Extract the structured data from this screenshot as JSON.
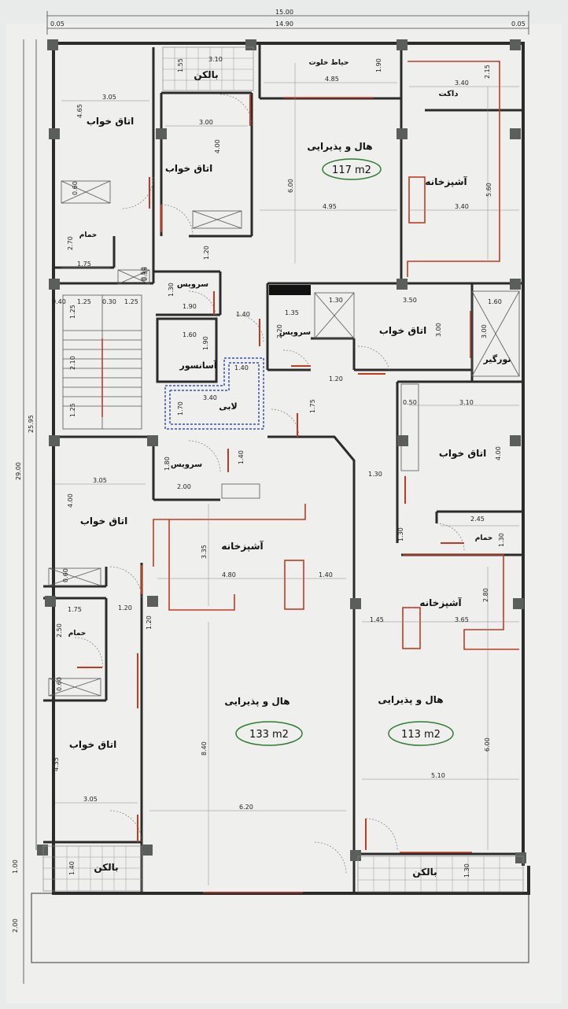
{
  "dimensions": {
    "total_width": "15.00",
    "inner_width": "14.90",
    "offset_left": "0.05",
    "offset_right": "0.05",
    "total_height": "29.00",
    "inner_height": "25.95",
    "front_setback": "2.00",
    "balcony_depth": "1.00"
  },
  "rooms": [
    {
      "key": "balcony_top",
      "label": "بالکن"
    },
    {
      "key": "bed_top_left",
      "label": "اتاق خواب"
    },
    {
      "key": "bed_top_mid",
      "label": "اتاق خواب"
    },
    {
      "key": "hall_top",
      "label": "هال و پذیرایی"
    },
    {
      "key": "kitchen_top",
      "label": "آشپزخانه"
    },
    {
      "key": "terrace",
      "label": "حیاط خلوت"
    },
    {
      "key": "bath_top",
      "label": "حمام"
    },
    {
      "key": "wc_top",
      "label": "سرویس"
    },
    {
      "key": "elevator",
      "label": "آسانسور"
    },
    {
      "key": "duct",
      "label": "داکت"
    },
    {
      "key": "lobby",
      "label": "لابی"
    },
    {
      "key": "wc_mid",
      "label": "سرویس"
    },
    {
      "key": "bed_mid_right",
      "label": "اتاق خواب"
    },
    {
      "key": "lightwell",
      "label": "نورگیر"
    },
    {
      "key": "bed_right2",
      "label": "اتاق خواب"
    },
    {
      "key": "bath_right",
      "label": "حمام"
    },
    {
      "key": "kitchen_right",
      "label": "آشپزخانه"
    },
    {
      "key": "hall_right",
      "label": "هال و پذیرایی"
    },
    {
      "key": "balcony_right",
      "label": "بالکن"
    },
    {
      "key": "wc_left",
      "label": "سرویس"
    },
    {
      "key": "bed_left_mid",
      "label": "اتاق خواب"
    },
    {
      "key": "kitchen_left",
      "label": "آشپزخانه"
    },
    {
      "key": "bath_left",
      "label": "حمام"
    },
    {
      "key": "bed_left_low",
      "label": "اتاق خواب"
    },
    {
      "key": "hall_left",
      "label": "هال و پذیرایی"
    },
    {
      "key": "balcony_left",
      "label": "بالکن"
    }
  ],
  "areas": {
    "unit_top": "117 m2",
    "unit_left": "133 m2",
    "unit_right": "113 m2"
  },
  "measures": [
    "3.10",
    "1.55",
    "4.85",
    "1.90",
    "3.40",
    "2.15",
    "3.05",
    "4.65",
    "3.00",
    "4.00",
    "6.00",
    "5.60",
    "0.60",
    "4.95",
    "3.40",
    "2.70",
    "1.75",
    "1.20",
    "0.50",
    "1.30",
    "1.90",
    "0.40",
    "1.25",
    "0.30",
    "1.25",
    "1.25",
    "2.10",
    "1.25",
    "1.60",
    "1.90",
    "1.40",
    "1.40",
    "3.40",
    "1.70",
    "2.20",
    "1.35",
    "1.30",
    "3.50",
    "3.00",
    "1.60",
    "3.00",
    "1.20",
    "1.75",
    "0.50",
    "3.10",
    "4.00",
    "1.30",
    "1.80",
    "2.00",
    "1.40",
    "3.05",
    "4.00",
    "0.60",
    "3.35",
    "4.80",
    "1.40",
    "2.45",
    "1.30",
    "1.30",
    "2.80",
    "1.45",
    "3.65",
    "1.75",
    "1.20",
    "2.50",
    "1.20",
    "0.60",
    "8.40",
    "4.35",
    "3.05",
    "6.20",
    "6.00",
    "5.10",
    "1.40",
    "1.30",
    "0.56"
  ]
}
